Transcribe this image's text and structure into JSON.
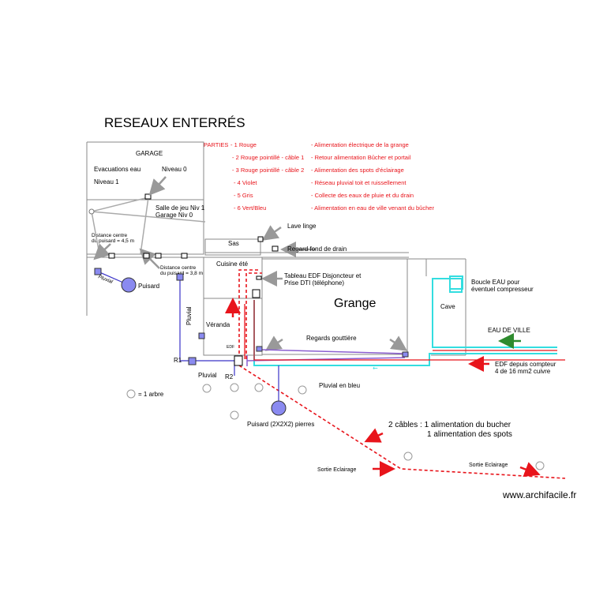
{
  "title": "RESEAUX ENTERRÉS",
  "legend": {
    "heading": "PARTIES",
    "items": [
      {
        "label": "- 1 Rouge",
        "description": "- Alimentation électrique de la grange"
      },
      {
        "label": "- 2 Rouge pointillé - câble 1",
        "description": "- Retour alimentation Bûcher et portail"
      },
      {
        "label": "- 3 Rouge pointillé - câble 2",
        "description": "- Alimentation des spots d'éclairage"
      },
      {
        "label": "- 4 Violet",
        "description": "- Réseau pluvial toit et ruissellement"
      },
      {
        "label": "- 5 Gris",
        "description": "- Collecte des eaux de pluie et du drain"
      },
      {
        "label": "- 6 Vert/Bleu",
        "description": "- Alimentation en eau de ville venant du bûcher"
      }
    ]
  },
  "labels": {
    "garage": "GARAGE",
    "evacuations": "Evacuations eau",
    "niveau0": "Niveau 0",
    "niveau1": "Niveau 1",
    "salle_jeu": "Salle de jeu Niv 1",
    "garage_niv": "Garage Niv 0",
    "distance1_a": "Distance centre",
    "distance1_b": "du puisard = 4,5 m",
    "distance2_a": "Distance centre",
    "distance2_b": "du puisard = 3,8 m",
    "pluvial_diag": "Pluvial",
    "puisard": "Puisard",
    "lave_linge": "Lave linge",
    "sas": "Sas",
    "regard_drain": "Regard fond de drain",
    "cuisine": "Cuisine été",
    "tableau_a": "Tableau EDF Disjoncteur et",
    "tableau_b": "Prise DTI (téléphone)",
    "grange": "Grange",
    "boucle_a": "Boucle EAU pour",
    "boucle_b": "éventuel compresseur",
    "cave": "Cave",
    "pluvial_vert": "Pluvial",
    "veranda": "Véranda",
    "regards": "Regards gouttière",
    "eau_ville": "EAU DE VILLE",
    "edf_small": "EDF",
    "r1": "R1",
    "r2": "R2",
    "edf_a": "EDF depuis compteur",
    "edf_b": "4 de 16 mm2 cuivre",
    "pluvial_h": "Pluvial",
    "pluvial_bleu": "Pluvial en bleu",
    "arbre": "= 1 arbre",
    "puisard2": "Puisard (2X2X2) pierres",
    "cables_a": "2 câbles : 1 alimentation du bucher",
    "cables_b": "1 alimentation des spots",
    "sortie1": "Sortie Eclairage",
    "sortie2": "Sortie Eclairage",
    "watermark": "www.archifacile.fr"
  },
  "colors": {
    "red": "#e8141b",
    "purple": "#8b5fd0",
    "blue_line": "#3a33c8",
    "cyan": "#33dde0",
    "green": "#2e8b2e",
    "gray": "#999999",
    "puisard": "#8a8af0"
  }
}
